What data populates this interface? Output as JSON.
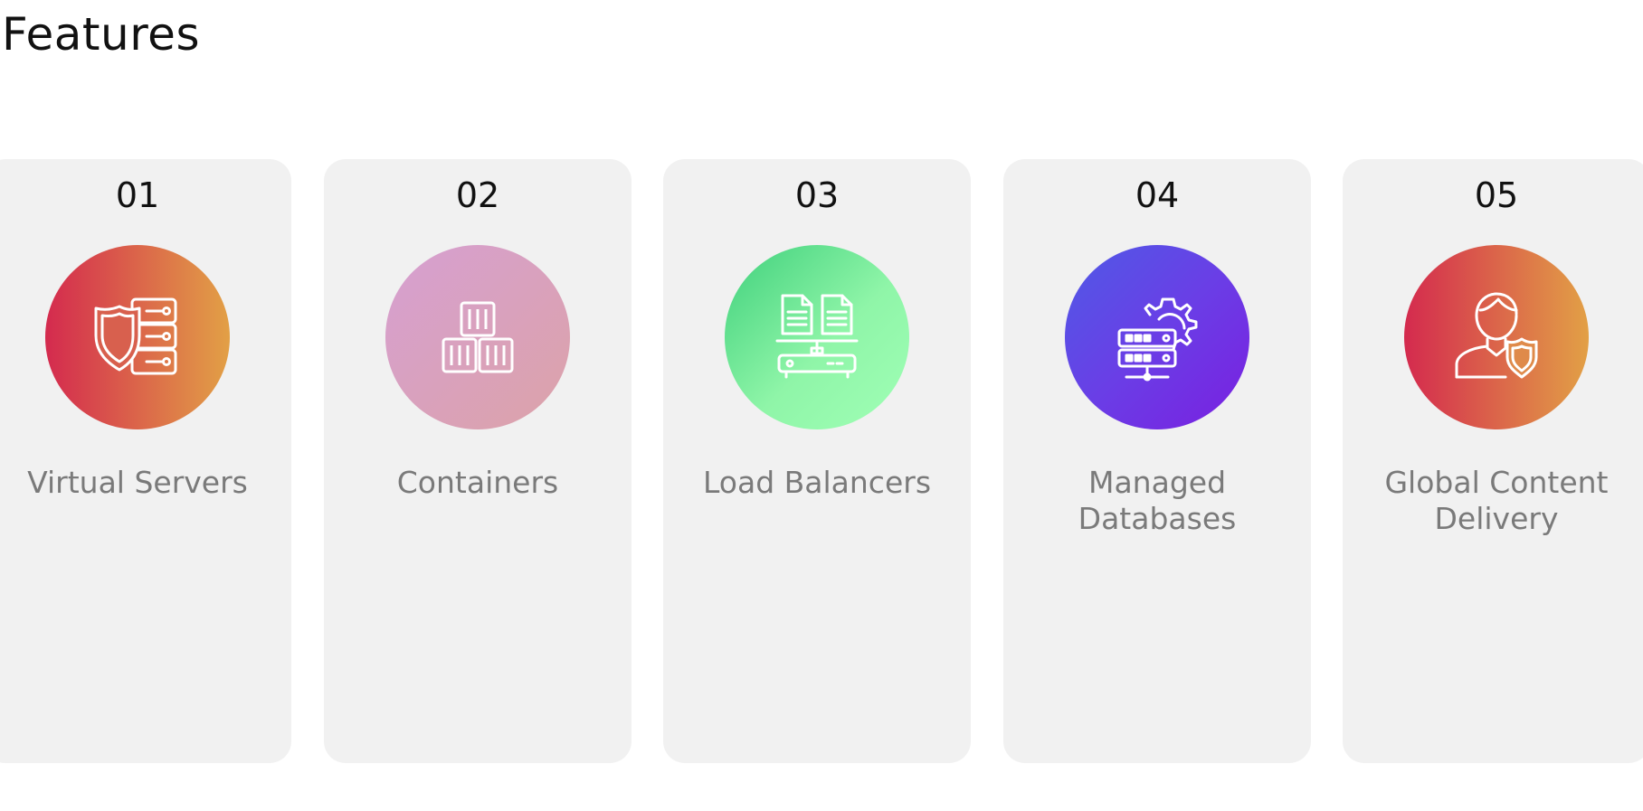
{
  "page": {
    "title": "Features"
  },
  "features": [
    {
      "number": "01",
      "label": "Virtual Servers",
      "icon": "shield-server-icon",
      "gradient": [
        "#d42a4e",
        "#e2a046"
      ]
    },
    {
      "number": "02",
      "label": "Containers",
      "icon": "containers-icon",
      "gradient": [
        "#d6a0d2",
        "#dca2a8"
      ]
    },
    {
      "number": "03",
      "label": "Load Balancers",
      "icon": "load-balancer-icon",
      "gradient": [
        "#3fd07c",
        "#a0ffb6"
      ]
    },
    {
      "number": "04",
      "label": "Managed Databases",
      "icon": "database-gear-icon",
      "gradient": [
        "#4f5ae6",
        "#7a1fe0"
      ]
    },
    {
      "number": "05",
      "label": "Global Content Delivery",
      "icon": "user-shield-icon",
      "gradient": [
        "#d42a4e",
        "#e2a046"
      ]
    }
  ]
}
